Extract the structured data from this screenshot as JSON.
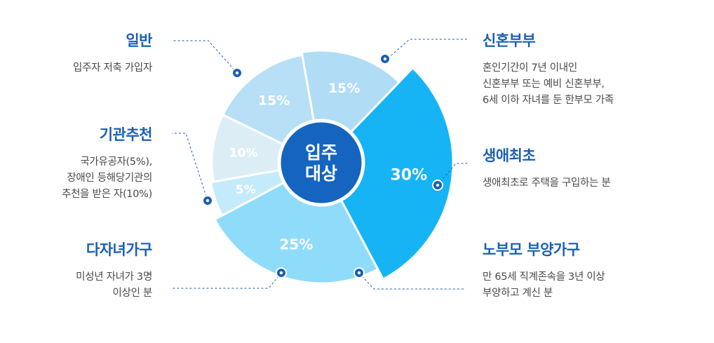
{
  "colors": {
    "title": "#1a5fb4",
    "desc": "#4a4a4a",
    "leader": "#1a5fb4",
    "center": "#1565c0",
    "dot": "#1a5fb4"
  },
  "center": {
    "line1": "입주",
    "line2": "대상"
  },
  "chart_data": {
    "type": "pie",
    "title": "",
    "slices": [
      {
        "label": "신혼부부",
        "value": 30,
        "pct_label": "30%",
        "color": "#16b4f4",
        "desc": "혼인기간이 7년 이내인\n신혼부부 또는 예비 신혼부부,\n6세 이하 자녀를 둔 한부모 가족"
      },
      {
        "label": "생애최초",
        "value": 25,
        "pct_label": "25%",
        "color": "#8fdcfa",
        "desc": "생애최초로 주택을 구입하는 분"
      },
      {
        "label": "노부모 부양가구",
        "value": 5,
        "pct_label": "5%",
        "color": "#c4ebfb",
        "desc": "만 65세 직계존속을 3년 이상\n부양하고 계신 분"
      },
      {
        "label": "다자녀가구",
        "value": 10,
        "pct_label": "10%",
        "color": "#dcedf6",
        "desc": "미성년 자녀가 3명\n이상인 분"
      },
      {
        "label": "기관추천",
        "value": 15,
        "pct_label": "15%",
        "color": "#b7dff6",
        "desc": "국가유공자(5%),\n장애인 등해당기관의\n추천을 받은 자(10%)"
      },
      {
        "label": "일반",
        "value": 15,
        "pct_label": "15%",
        "color": "#b0dcf6",
        "desc": "입주자 저축 가입자"
      }
    ]
  }
}
